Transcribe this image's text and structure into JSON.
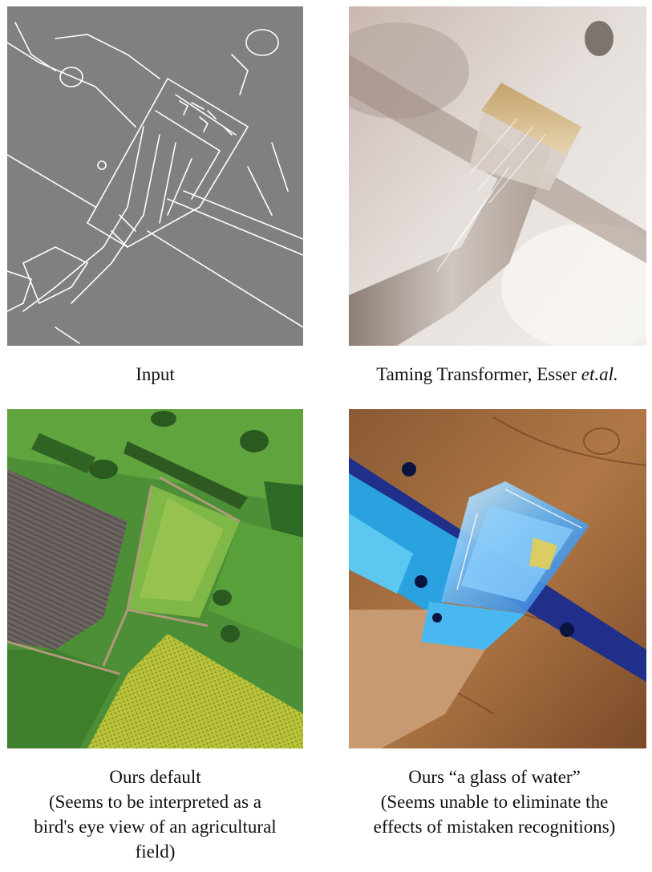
{
  "figure": {
    "panels": [
      {
        "id": "input",
        "caption_lines": [
          "Input"
        ]
      },
      {
        "id": "taming",
        "caption_main": "Taming Transformer, Esser ",
        "caption_italic": "et.al."
      },
      {
        "id": "ours-default",
        "caption_lines": [
          "Ours default",
          "(Seems to be interpreted as a",
          "bird's eye view of an agricultural",
          "field)"
        ]
      },
      {
        "id": "ours-glass",
        "caption_lines": [
          "Ours “a glass of water”",
          "(Seems unable to eliminate the",
          "effects of mistaken recognitions)"
        ]
      }
    ]
  }
}
